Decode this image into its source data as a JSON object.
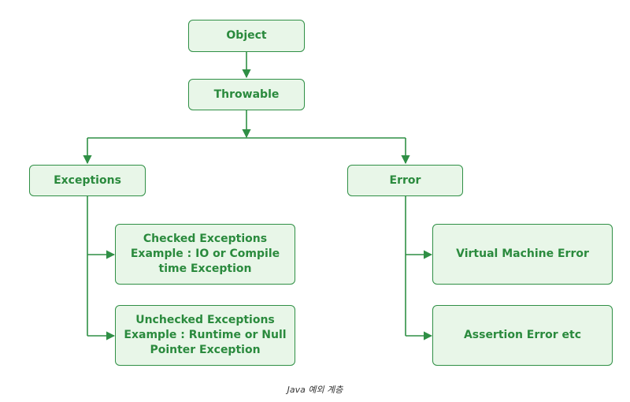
{
  "nodes": {
    "object": "Object",
    "throwable": "Throwable",
    "exceptions": "Exceptions",
    "error": "Error",
    "checked": [
      "Checked Exceptions",
      "Example : IO or Compile",
      "time Exception"
    ],
    "unchecked": [
      "Unchecked Exceptions",
      "Example : Runtime or Null",
      "Pointer Exception"
    ],
    "vm_error": "Virtual Machine Error",
    "assertion_error": "Assertion Error etc"
  },
  "caption": "Java 예외 계층",
  "colors": {
    "box_fill": "#e8f6e8",
    "box_border": "#2f8f45",
    "text": "#2a8a3d",
    "connector": "#2f8f45"
  }
}
